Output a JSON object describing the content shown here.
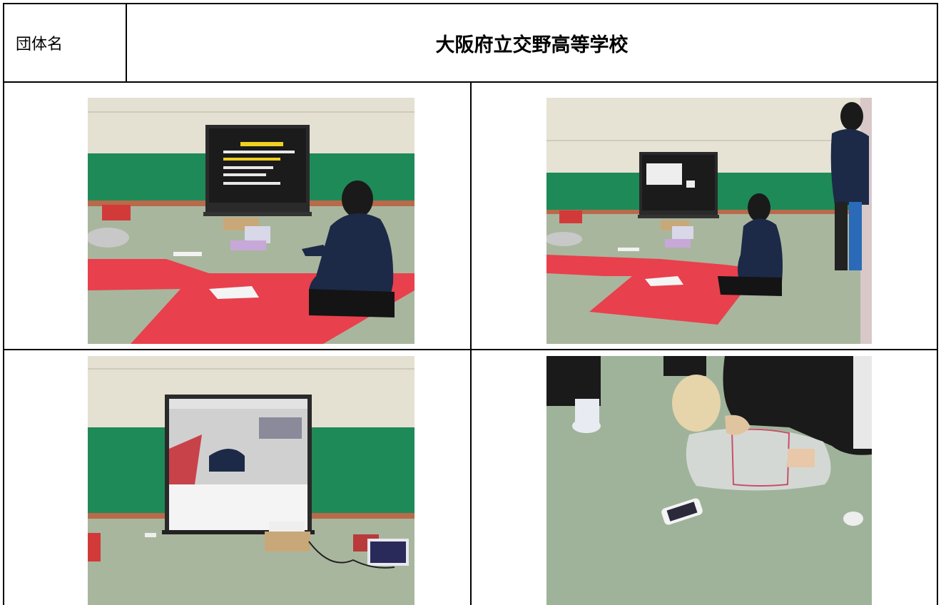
{
  "header": {
    "label": "団体名",
    "organization": "大阪府立交野高等学校"
  },
  "photos": [
    {
      "subject": "student-kneeling-with-projector-screen"
    },
    {
      "subject": "student-and-teacher-with-projector-screen"
    },
    {
      "subject": "projector-screen-showing-video"
    },
    {
      "subject": "cpr-manikin-chest-compression"
    }
  ],
  "colors": {
    "wall": "#e8e4d8",
    "green_mat": "#1f8a5a",
    "floor": "#a8b8a0",
    "red_mat": "#e63b4a",
    "border": "#000000"
  }
}
